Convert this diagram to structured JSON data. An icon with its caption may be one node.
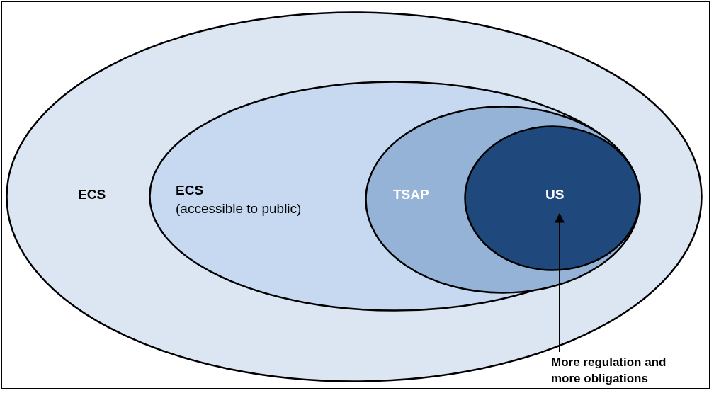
{
  "diagram": {
    "nodes": [
      {
        "text": [
          "ECS"
        ]
      },
      {
        "text": [
          "ECS",
          "(accessible to public)"
        ],
        "in": 0
      },
      {
        "text": [
          "TSAP"
        ],
        "in": 1
      },
      {
        "text": [
          "US"
        ],
        "in": 2
      },
      {
        "text": [
          "More regulation and more obligations"
        ]
      }
    ],
    "edges": [
      {
        "from": 4,
        "to": 3,
        "arrow": "to"
      }
    ]
  }
}
